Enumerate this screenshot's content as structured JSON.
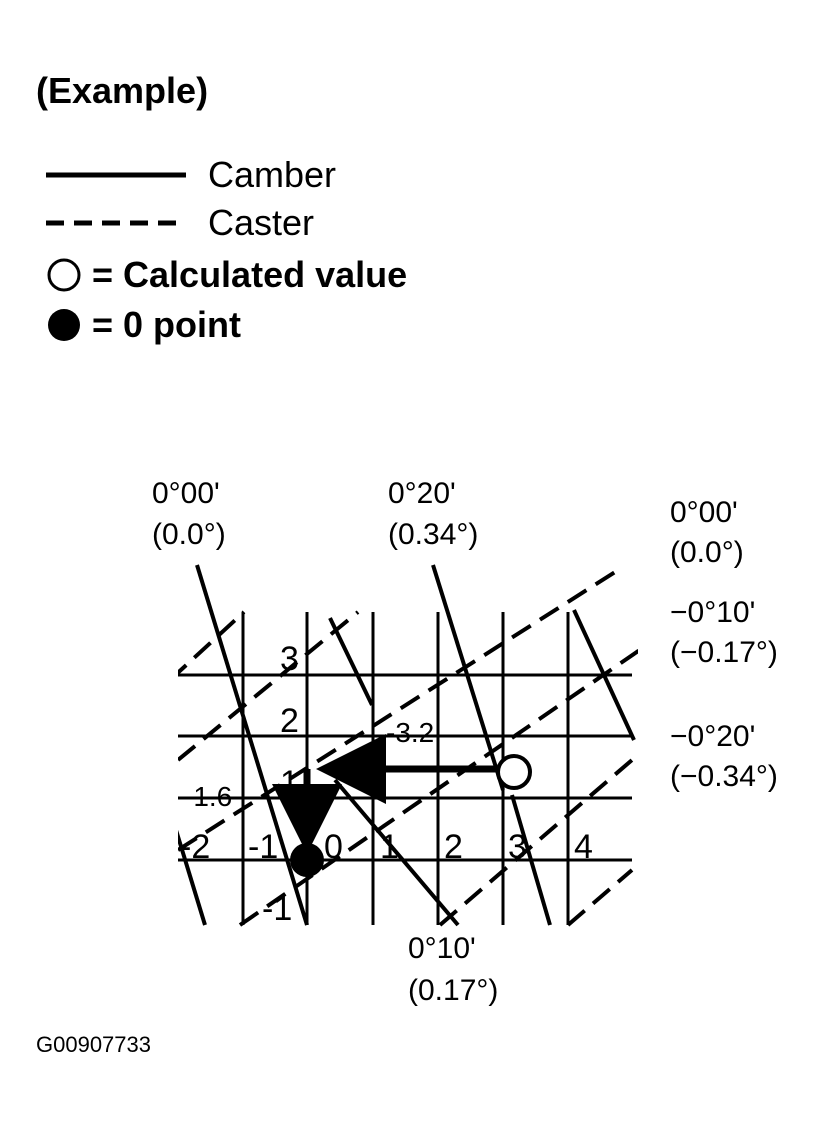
{
  "title": "(Example)",
  "legend": {
    "camber": "Camber",
    "caster": "Caster",
    "calculated_value": "= Calculated value",
    "zero_point": "= 0 point"
  },
  "top_labels": {
    "left": {
      "angle": "0°00'",
      "decimal": "(0.0°)"
    },
    "middle": {
      "angle": "0°20'",
      "decimal": "(0.34°)"
    }
  },
  "right_labels": [
    {
      "angle": "0°00'",
      "decimal": "(0.0°)"
    },
    {
      "angle": "−0°10'",
      "decimal": "(−0.17°)"
    },
    {
      "angle": "−0°20'",
      "decimal": "(−0.34°)"
    }
  ],
  "bottom_label": {
    "angle": "0°10'",
    "decimal": "(0.17°)"
  },
  "x_ticks": [
    "-2",
    "-1",
    "0",
    "1",
    "2",
    "3",
    "4"
  ],
  "y_ticks": [
    "3",
    "2",
    "1",
    "-1"
  ],
  "annotations": {
    "horizontal_shift": "-3.2",
    "vertical_shift": "-1.6"
  },
  "figure_id": "G00907733"
}
